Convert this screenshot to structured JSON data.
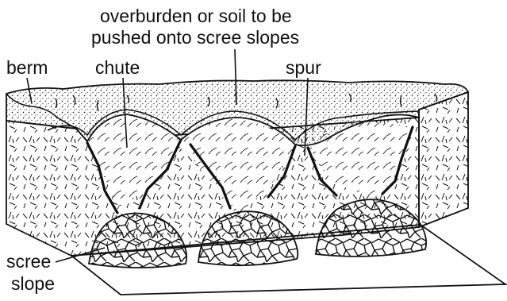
{
  "labels": {
    "overburden_line1": "overburden or soil to be",
    "overburden_line2": "pushed onto scree slopes",
    "berm": "berm",
    "chute": "chute",
    "spur": "spur",
    "scree_line1": "scree",
    "scree_line2": "slope"
  },
  "colors": {
    "ink": "#111111",
    "paper": "#ffffff"
  }
}
